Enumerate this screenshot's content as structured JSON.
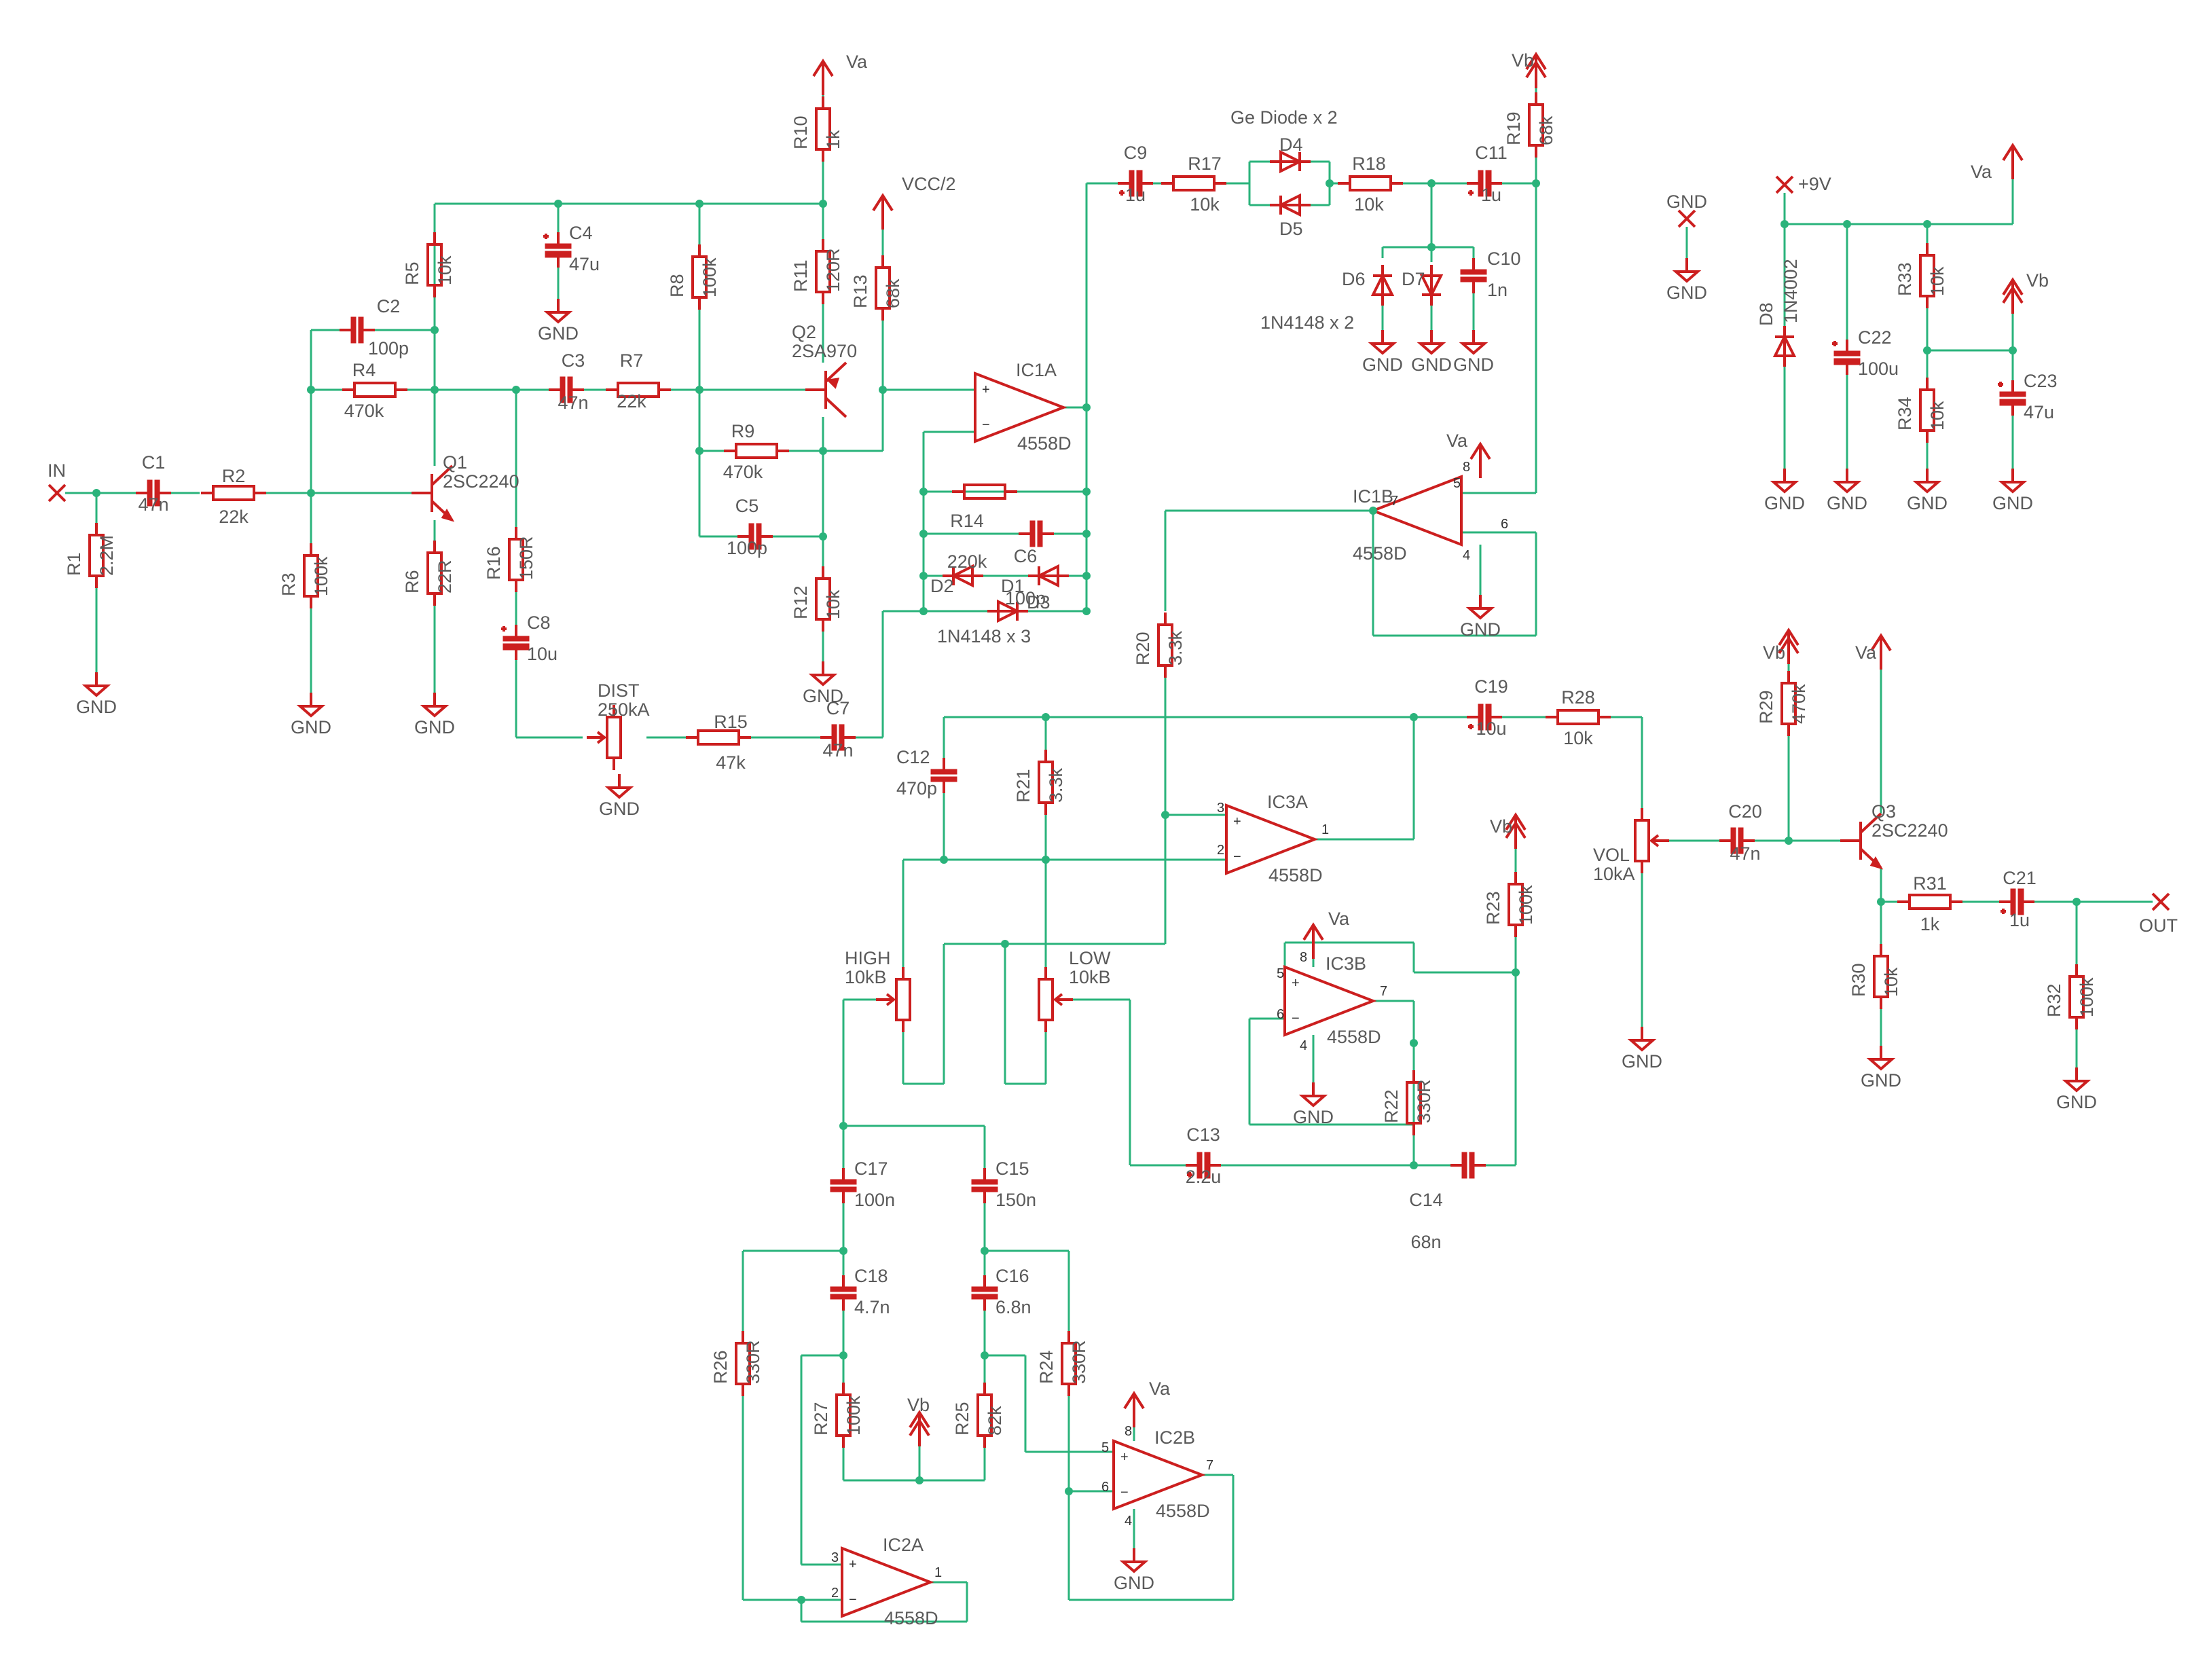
{
  "colors": {
    "wire": "#2ab37b",
    "component": "#cc1f1f",
    "text": "#5a5a5a",
    "background": "#ffffff"
  },
  "nets": {
    "in": "IN",
    "out": "OUT",
    "gnd": "GND",
    "va": "Va",
    "vb": "Vb",
    "vcc2": "VCC/2",
    "v9": "+9V"
  },
  "notes": {
    "ge_diode": "Ge Diode x 2",
    "clip_diodes": "1N4148 x 3",
    "d67": "1N4148 x 2"
  },
  "components": {
    "R1": {
      "name": "R1",
      "value": "2.2M"
    },
    "R2": {
      "name": "R2",
      "value": "22k"
    },
    "R3": {
      "name": "R3",
      "value": "100k"
    },
    "R4": {
      "name": "R4",
      "value": "470k"
    },
    "R5": {
      "name": "R5",
      "value": "10k"
    },
    "R6": {
      "name": "R6",
      "value": "22R"
    },
    "R7": {
      "name": "R7",
      "value": "22k"
    },
    "R8": {
      "name": "R8",
      "value": "100k"
    },
    "R9": {
      "name": "R9",
      "value": "470k"
    },
    "R10": {
      "name": "R10",
      "value": "1k"
    },
    "R11": {
      "name": "R11",
      "value": "120R"
    },
    "R12": {
      "name": "R12",
      "value": "10k"
    },
    "R13": {
      "name": "R13",
      "value": "68k"
    },
    "R14": {
      "name": "R14",
      "value": "220k"
    },
    "R15": {
      "name": "R15",
      "value": "47k"
    },
    "R16": {
      "name": "R16",
      "value": "150R"
    },
    "R17": {
      "name": "R17",
      "value": "10k"
    },
    "R18": {
      "name": "R18",
      "value": "10k"
    },
    "R19": {
      "name": "R19",
      "value": "68k"
    },
    "R20": {
      "name": "R20",
      "value": "3.3k"
    },
    "R21": {
      "name": "R21",
      "value": "3.3k"
    },
    "R22": {
      "name": "R22",
      "value": "330R"
    },
    "R23": {
      "name": "R23",
      "value": "100k"
    },
    "R24": {
      "name": "R24",
      "value": "330R"
    },
    "R25": {
      "name": "R25",
      "value": "82k"
    },
    "R26": {
      "name": "R26",
      "value": "330R"
    },
    "R27": {
      "name": "R27",
      "value": "100k"
    },
    "R28": {
      "name": "R28",
      "value": "10k"
    },
    "R29": {
      "name": "R29",
      "value": "470k"
    },
    "R30": {
      "name": "R30",
      "value": "10k"
    },
    "R31": {
      "name": "R31",
      "value": "1k"
    },
    "R32": {
      "name": "R32",
      "value": "100k"
    },
    "R33": {
      "name": "R33",
      "value": "10k"
    },
    "R34": {
      "name": "R34",
      "value": "10k"
    },
    "C1": {
      "name": "C1",
      "value": "47n"
    },
    "C2": {
      "name": "C2",
      "value": "100p"
    },
    "C3": {
      "name": "C3",
      "value": "47n"
    },
    "C4": {
      "name": "C4",
      "value": "47u"
    },
    "C5": {
      "name": "C5",
      "value": "100p"
    },
    "C6": {
      "name": "C6",
      "value": "100p"
    },
    "C7": {
      "name": "C7",
      "value": "47n"
    },
    "C8": {
      "name": "C8",
      "value": "10u"
    },
    "C9": {
      "name": "C9",
      "value": "1u"
    },
    "C10": {
      "name": "C10",
      "value": "1n"
    },
    "C11": {
      "name": "C11",
      "value": "1u"
    },
    "C12": {
      "name": "C12",
      "value": "470p"
    },
    "C13": {
      "name": "C13",
      "value": "2.2u"
    },
    "C14": {
      "name": "C14",
      "value": "68n"
    },
    "C15": {
      "name": "C15",
      "value": "150n"
    },
    "C16": {
      "name": "C16",
      "value": "6.8n"
    },
    "C17": {
      "name": "C17",
      "value": "100n"
    },
    "C18": {
      "name": "C18",
      "value": "4.7n"
    },
    "C19": {
      "name": "C19",
      "value": "10u"
    },
    "C20": {
      "name": "C20",
      "value": "47n"
    },
    "C21": {
      "name": "C21",
      "value": "1u"
    },
    "C22": {
      "name": "C22",
      "value": "100u"
    },
    "C23": {
      "name": "C23",
      "value": "47u"
    },
    "Q1": {
      "name": "Q1",
      "value": "2SC2240"
    },
    "Q2": {
      "name": "Q2",
      "value": "2SA970"
    },
    "Q3": {
      "name": "Q3",
      "value": "2SC2240"
    },
    "D1": {
      "name": "D1"
    },
    "D2": {
      "name": "D2"
    },
    "D3": {
      "name": "D3"
    },
    "D4": {
      "name": "D4"
    },
    "D5": {
      "name": "D5"
    },
    "D6": {
      "name": "D6"
    },
    "D7": {
      "name": "D7"
    },
    "D8": {
      "name": "D8",
      "value": "1N4002"
    },
    "IC1A": {
      "name": "IC1A",
      "value": "4558D"
    },
    "IC1B": {
      "name": "IC1B",
      "value": "4558D"
    },
    "IC2A": {
      "name": "IC2A",
      "value": "4558D"
    },
    "IC2B": {
      "name": "IC2B",
      "value": "4558D"
    },
    "IC3A": {
      "name": "IC3A",
      "value": "4558D"
    },
    "IC3B": {
      "name": "IC3B",
      "value": "4558D"
    },
    "DIST": {
      "name": "DIST",
      "value": "250kA"
    },
    "HIGH": {
      "name": "HIGH",
      "value": "10kB"
    },
    "LOW": {
      "name": "LOW",
      "value": "10kB"
    },
    "VOL": {
      "name": "VOL",
      "value": "10kA"
    }
  }
}
